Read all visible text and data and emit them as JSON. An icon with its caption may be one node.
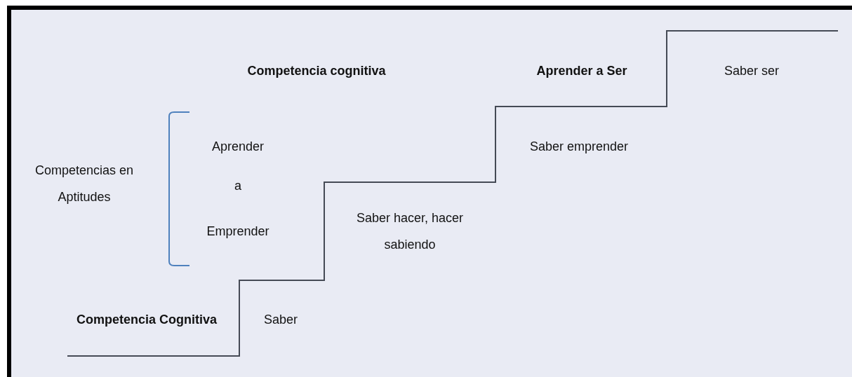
{
  "diagram": {
    "labels": [
      "Competencia cognitiva",
      "Aprender a Ser",
      "Saber ser",
      "Aprender",
      "Saber emprender",
      "Competencias en Aptitudes",
      "a",
      "Saber hacer, hacer sabiendo",
      "Emprender",
      "Competencia Cognitiva",
      "Saber"
    ]
  }
}
